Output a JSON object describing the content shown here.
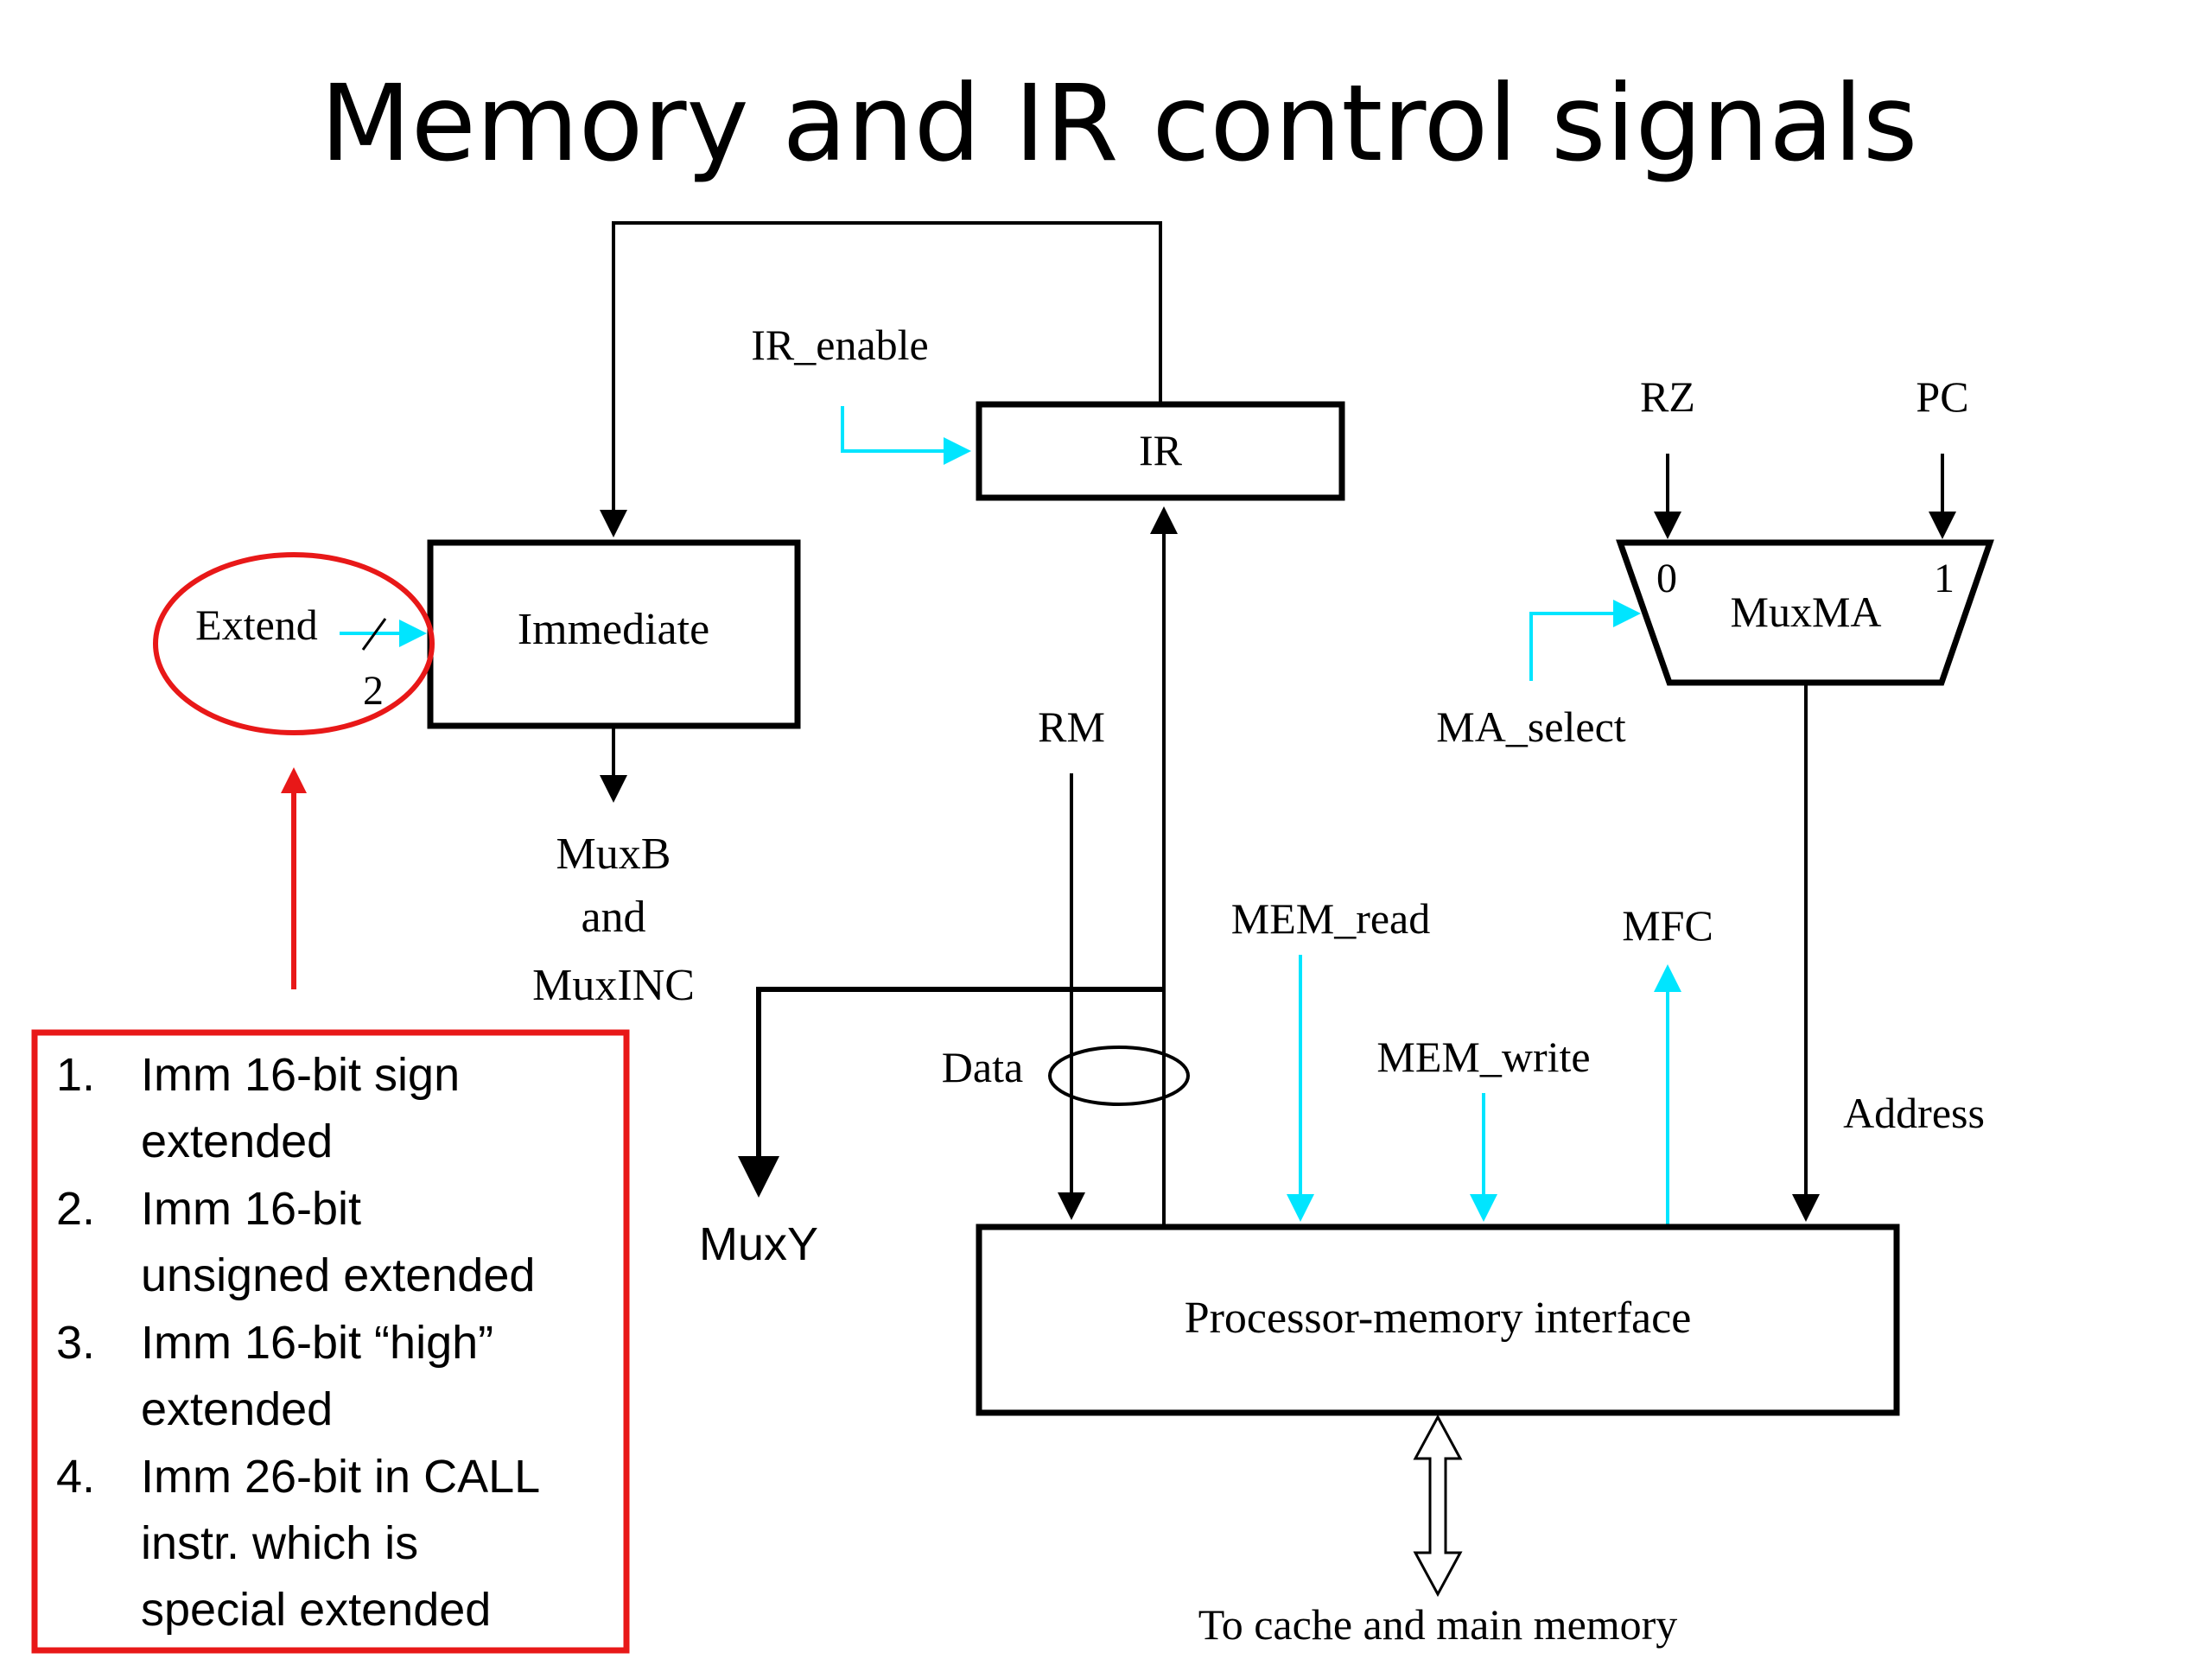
{
  "title": "Memory and IR control signals",
  "blocks": {
    "ir": "IR",
    "immediate": "Immediate",
    "mux_ma": "MuxMA",
    "mux_ma_input0": "0",
    "mux_ma_input1": "1",
    "interface": "Processor-memory interface"
  },
  "signals": {
    "ir_enable": "IR_enable",
    "extend": "Extend",
    "extend_width": "2",
    "rz": "RZ",
    "pc": "PC",
    "ma_select": "MA_select",
    "rm": "RM",
    "mem_read": "MEM_read",
    "mem_write": "MEM_write",
    "mfc": "MFC",
    "address": "Address",
    "data": "Data",
    "muxy": "MuxY",
    "muxb_line1": "MuxB",
    "muxb_line2": "and",
    "muxb_line3": "MuxINC",
    "memory": "To cache and main memory"
  },
  "notes": [
    {
      "num": "1.",
      "lines": [
        "Imm 16-bit sign",
        "extended"
      ]
    },
    {
      "num": "2.",
      "lines": [
        "Imm 16-bit",
        "unsigned extended"
      ]
    },
    {
      "num": "3.",
      "lines": [
        "Imm 16-bit “high”",
        "extended"
      ]
    },
    {
      "num": "4.",
      "lines": [
        "Imm 26-bit in CALL",
        "instr. which is",
        "special extended"
      ]
    }
  ],
  "colors": {
    "control_signal": "#00E5FF",
    "annotation": "#E81818",
    "wire": "#000000"
  }
}
